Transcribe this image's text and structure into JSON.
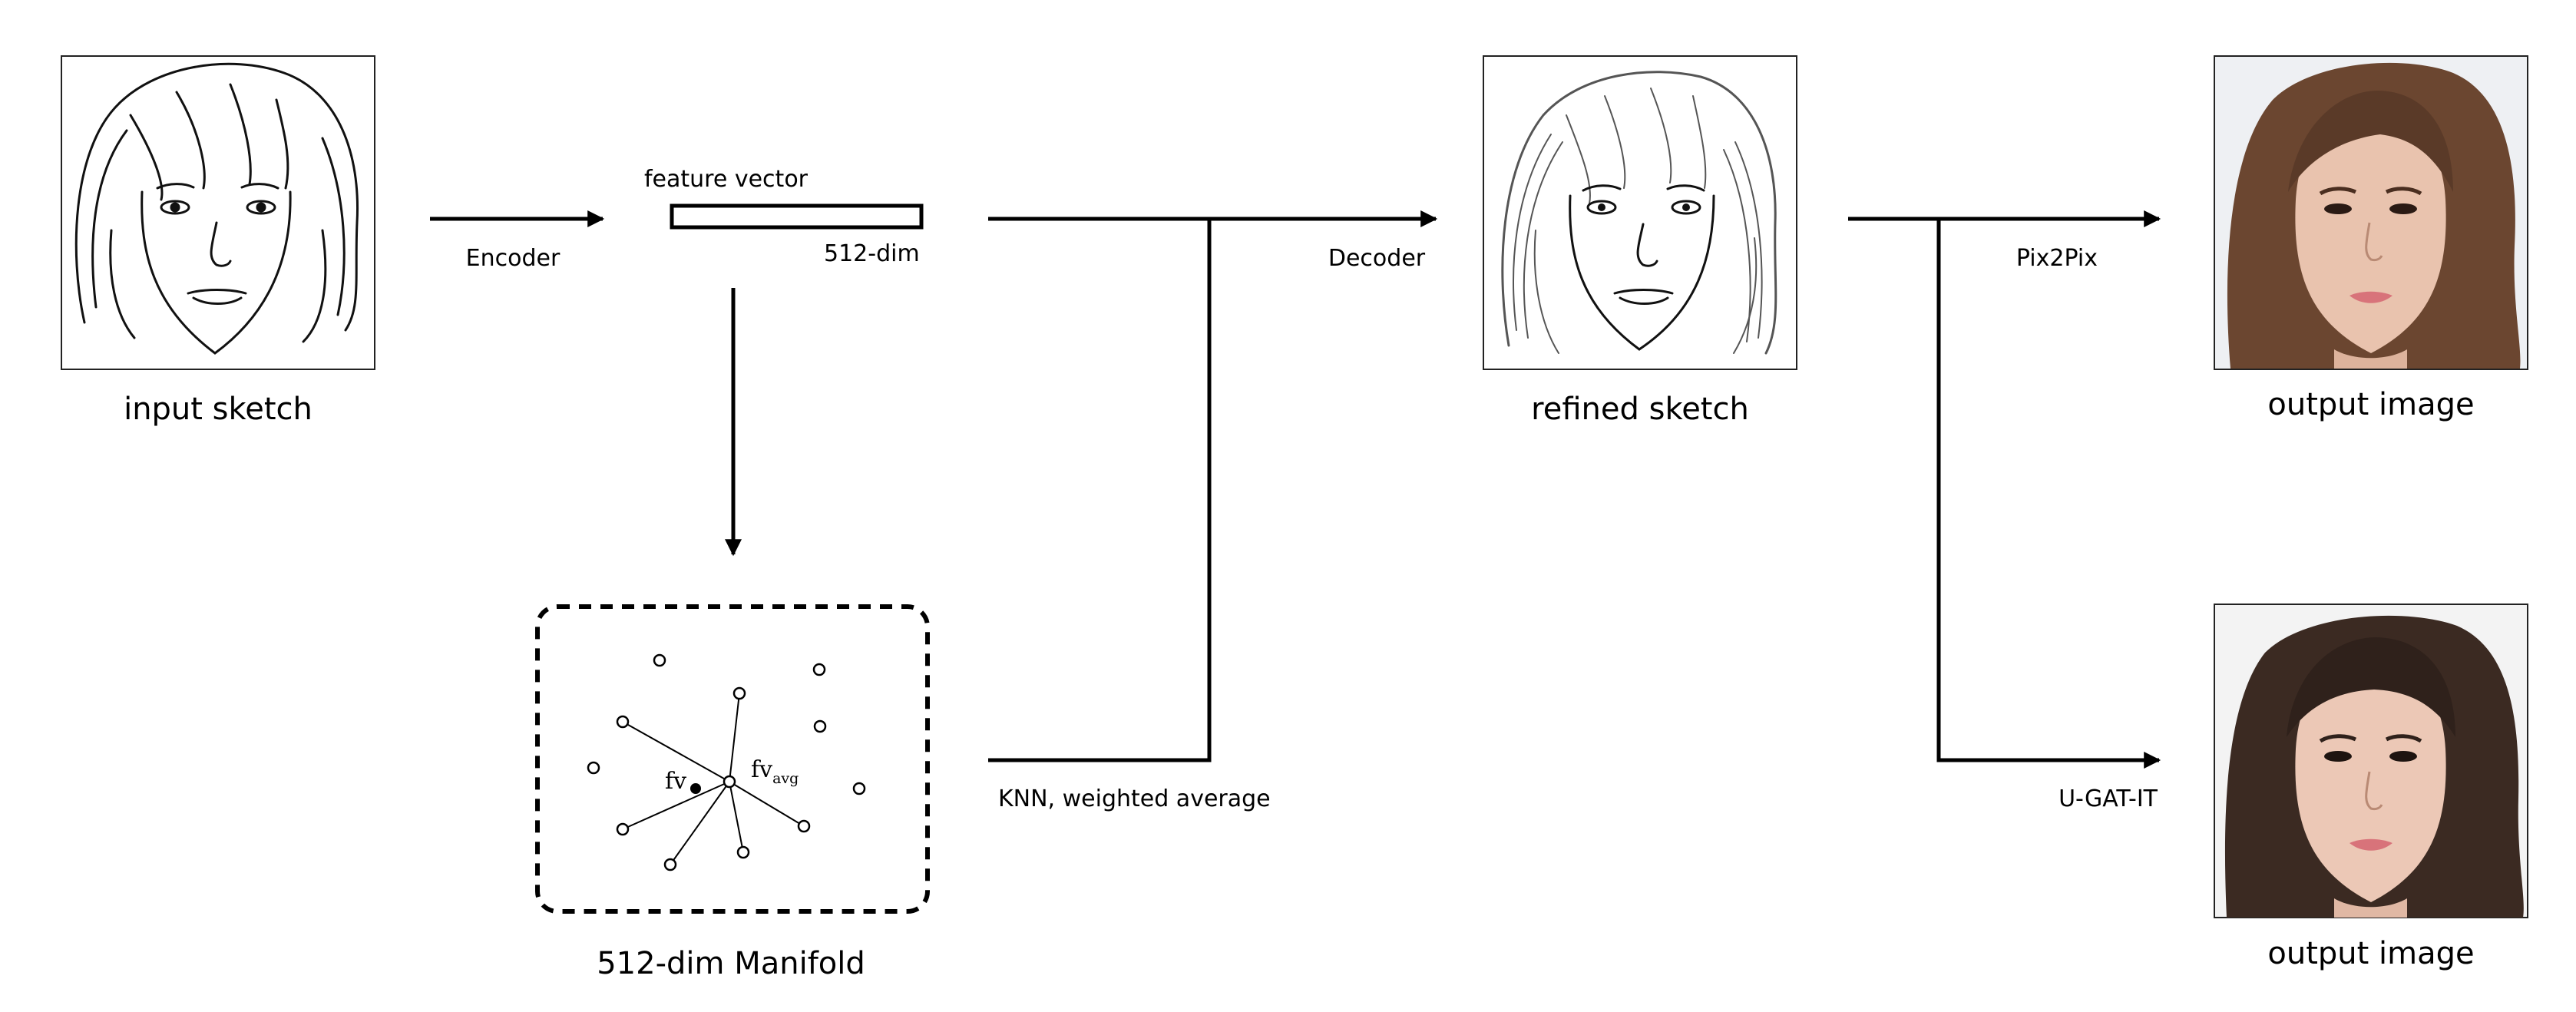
{
  "colors": {
    "line": "#000000",
    "hair_dark": "#3b2a22",
    "hair_brown": "#6b4630",
    "skin": "#e9c3ae",
    "lips": "#d8737a",
    "photo_bg": "#f3f3f3"
  },
  "images": {
    "input_sketch": {
      "caption": "input sketch"
    },
    "refined_sketch": {
      "caption": "refined sketch"
    },
    "output_top": {
      "caption": "output image"
    },
    "output_bottom": {
      "caption": "output image"
    }
  },
  "feature": {
    "title": "feature vector",
    "dim": "512-dim"
  },
  "manifold": {
    "caption": "512-dim Manifold",
    "fv_label": "fv",
    "fv_avg_label": "fv",
    "fv_avg_sub": "avg"
  },
  "arrows": {
    "encoder": "Encoder",
    "decoder": "Decoder",
    "knn": "KNN, weighted average",
    "pix2pix": "Pix2Pix",
    "ugatit": "U-GAT-IT"
  },
  "icons": {
    "face_sketch": "face-sketch-icon",
    "face_photo": "face-photo-icon",
    "arrowhead": "arrowhead-icon"
  }
}
